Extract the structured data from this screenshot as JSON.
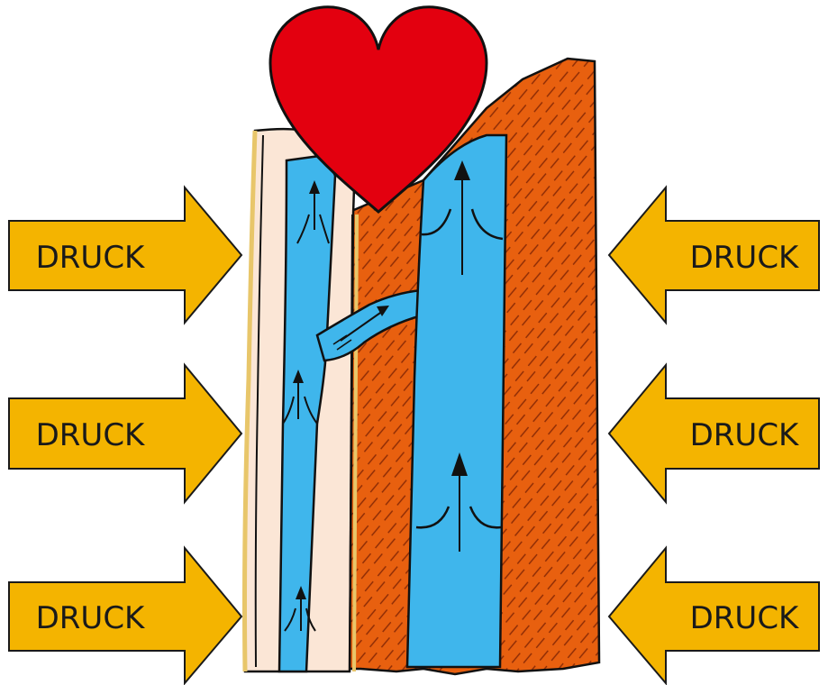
{
  "pressure_label": "DRUCK",
  "colors": {
    "arrow_fill": "#f4b400",
    "arrow_stroke": "#1a1a1a",
    "heart": "#e3000f",
    "vein": "#3fb6ec",
    "skin": "#fbe6d6",
    "skin_edge": "#e8c66a",
    "muscle": "#e8600f",
    "muscle_hatch": "#8a2a05",
    "outline": "#111111"
  },
  "arrows": {
    "left": [
      {
        "id": "left-top",
        "text": "DRUCK",
        "direction": "right"
      },
      {
        "id": "left-middle",
        "text": "DRUCK",
        "direction": "right"
      },
      {
        "id": "left-bottom",
        "text": "DRUCK",
        "direction": "right"
      }
    ],
    "right": [
      {
        "id": "right-top",
        "text": "DRUCK",
        "direction": "left"
      },
      {
        "id": "right-middle",
        "text": "DRUCK",
        "direction": "left"
      },
      {
        "id": "right-bottom",
        "text": "DRUCK",
        "direction": "left"
      }
    ]
  },
  "icons": {
    "heart": "heart-icon",
    "flow_arrow": "flow-arrow-icon",
    "valve": "valve-icon"
  }
}
